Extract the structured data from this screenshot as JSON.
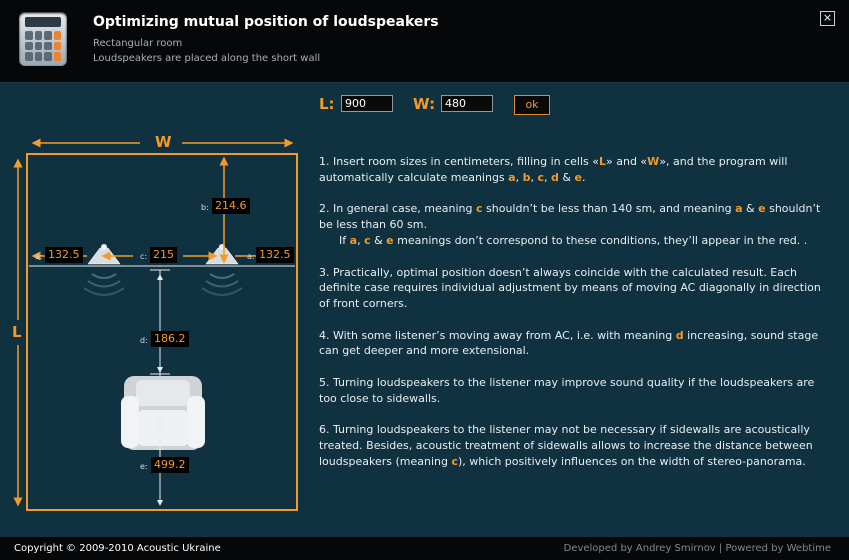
{
  "header": {
    "title": "Optimizing mutual position of loudspeakers",
    "subtitle": "Rectangular room",
    "description": "Loudspeakers are placed along the short wall",
    "close_symbol": "×",
    "app_icon": "calculator-icon"
  },
  "controls": {
    "l_label": "L:",
    "l_value": "900",
    "w_label": "W:",
    "w_value": "480",
    "ok_label": "ok"
  },
  "diagram": {
    "w_label": "W",
    "l_label": "L",
    "a_left": {
      "label": "a:",
      "value": "132.5"
    },
    "c": {
      "label": "c:",
      "value": "215"
    },
    "a_right": {
      "label": "a:",
      "value": "132.5"
    },
    "b": {
      "label": "b:",
      "value": "214.6"
    },
    "d": {
      "label": "d:",
      "value": "186.2"
    },
    "e": {
      "label": "e:",
      "value": "499.2"
    }
  },
  "instructions": {
    "p1": [
      "1. Insert room sizes in centimeters, filling in cells «",
      "L",
      "» and «",
      "W",
      "», and the program will automatically calculate meanings ",
      "a",
      ", ",
      "b",
      ", ",
      "c",
      ", ",
      "d",
      " & ",
      "e",
      "."
    ],
    "p2": [
      "2. In general case, meaning ",
      "c",
      " shouldn’t be less than 140 sm, and meaning ",
      "a",
      " & ",
      "e",
      " shouldn’t be less than 60 sm."
    ],
    "p2b": [
      "If ",
      "a",
      ", ",
      "c",
      " & ",
      "e",
      " meanings don’t correspond to these conditions, they’ll appear in the red. ."
    ],
    "p3": [
      "3. Practically, optimal position doesn’t always coincide with the calculated result. Each definite case requires individual adjustment by means of moving AC diagonally in direction of front corners."
    ],
    "p4": [
      "4. With some listener’s moving away from AC, i.e. with meaning ",
      "d",
      " increasing, sound stage can get deeper and more extensional."
    ],
    "p5": [
      "5. Turning loudspeakers to the listener may improve sound quality if the loudspeakers are too close to sidewalls."
    ],
    "p6": [
      "6. Turning loudspeakers to the listener may not be necessary if sidewalls are acoustically treated. Besides, acoustic treatment of sidewalls allows to increase the distance between loudspeakers (meaning ",
      "c",
      "), which positively influences on the width of stereo-panorama."
    ]
  },
  "footer": {
    "copyright": "Copyright © 2009-2010 Acoustic Ukraine",
    "credits": "Developed by Andrey Smirnov | Powered by Webtime"
  },
  "colors": {
    "accent": "#f39a2a",
    "background": "#0f3140",
    "header": "#050709"
  }
}
